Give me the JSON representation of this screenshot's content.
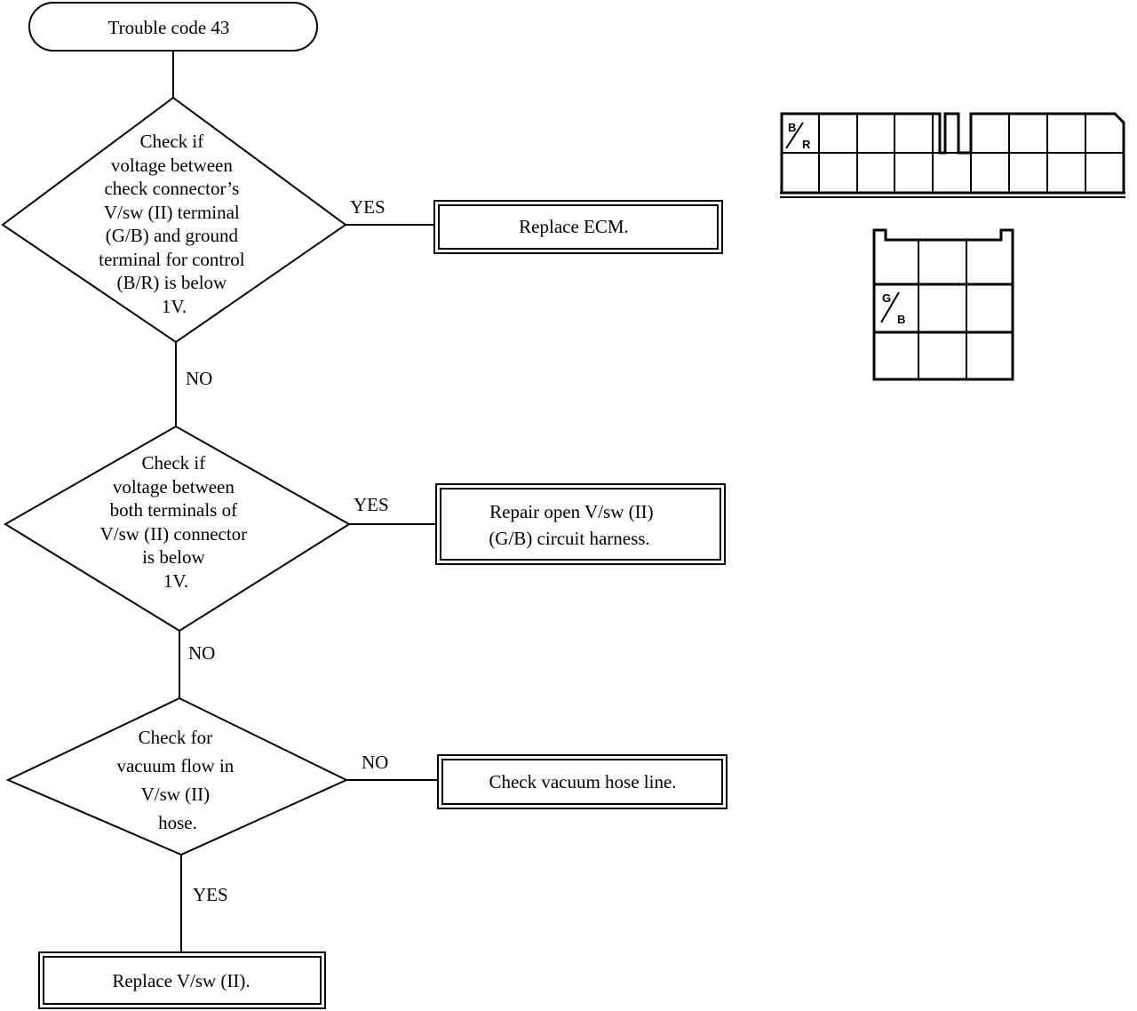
{
  "flowchart": {
    "start": {
      "text": "Trouble code 43"
    },
    "decision1": {
      "lines": [
        "Check if",
        "voltage between",
        "check connector’s",
        "V/sw (II) terminal",
        "(G/B) and ground",
        "terminal for control",
        "(B/R) is below",
        "1V."
      ]
    },
    "action1": {
      "lines": [
        "Replace ECM."
      ]
    },
    "decision2": {
      "lines": [
        "Check if",
        "voltage between",
        "both terminals of",
        "V/sw (II) connector",
        "is below",
        "1V."
      ]
    },
    "action2": {
      "lines": [
        "Repair open V/sw (II)",
        "(G/B) circuit harness."
      ]
    },
    "decision3": {
      "lines": [
        "Check for",
        "vacuum flow in",
        "V/sw (II)",
        "hose."
      ]
    },
    "action3": {
      "lines": [
        "Check vacuum hose line."
      ]
    },
    "action4": {
      "lines": [
        "Replace V/sw (II)."
      ]
    },
    "edges": {
      "d1_yes": "YES",
      "d1_no": "NO",
      "d2_yes": "YES",
      "d2_no": "NO",
      "d3_no": "NO",
      "d3_yes": "YES"
    }
  },
  "connectors": {
    "check_connector": {
      "label_top": "B",
      "label_bottom": "R"
    },
    "vsw_connector": {
      "label_top": "G",
      "label_bottom": "B"
    }
  }
}
